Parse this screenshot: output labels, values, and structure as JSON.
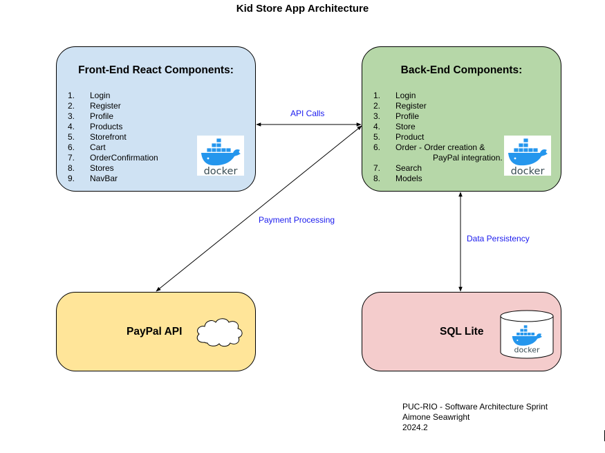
{
  "title": "Kid Store App Architecture",
  "frontend": {
    "title": "Front-End React Components:",
    "items": [
      "Login",
      "Register",
      "Profile",
      "Products",
      "Storefront",
      "Cart",
      "OrderConfirmation",
      "Stores",
      "NavBar"
    ],
    "color": "#cfe2f3"
  },
  "backend": {
    "title": "Back-End Components:",
    "items": [
      {
        "n": "1.",
        "text": "Login"
      },
      {
        "n": "2.",
        "text": "Register"
      },
      {
        "n": "3.",
        "text": "Profile"
      },
      {
        "n": "4.",
        "text": "Store"
      },
      {
        "n": "5.",
        "text": "Product"
      },
      {
        "n": "6.",
        "text": "Order - Order creation &",
        "cont": "PayPal integration."
      },
      {
        "n": "7.",
        "text": "Search"
      },
      {
        "n": "8.",
        "text": "Models"
      }
    ],
    "color": "#b6d7a8"
  },
  "paypal": {
    "title": "PayPal API",
    "color": "#ffe599",
    "icon": "cloud-icon"
  },
  "database": {
    "title": "SQL Lite",
    "color": "#f4cccc",
    "icon": "database-cylinder-icon"
  },
  "edges": {
    "api_calls": "API Calls",
    "payment": "Payment Processing",
    "persistency": "Data Persistency"
  },
  "docker_label": "docker",
  "footer": {
    "line1": "PUC-RIO - Software Architecture Sprint",
    "line2": "Aimone Seawright",
    "line3": "2024.2"
  },
  "colors": {
    "edge_label": "#1a1aee",
    "docker_blue": "#0db7ed"
  }
}
